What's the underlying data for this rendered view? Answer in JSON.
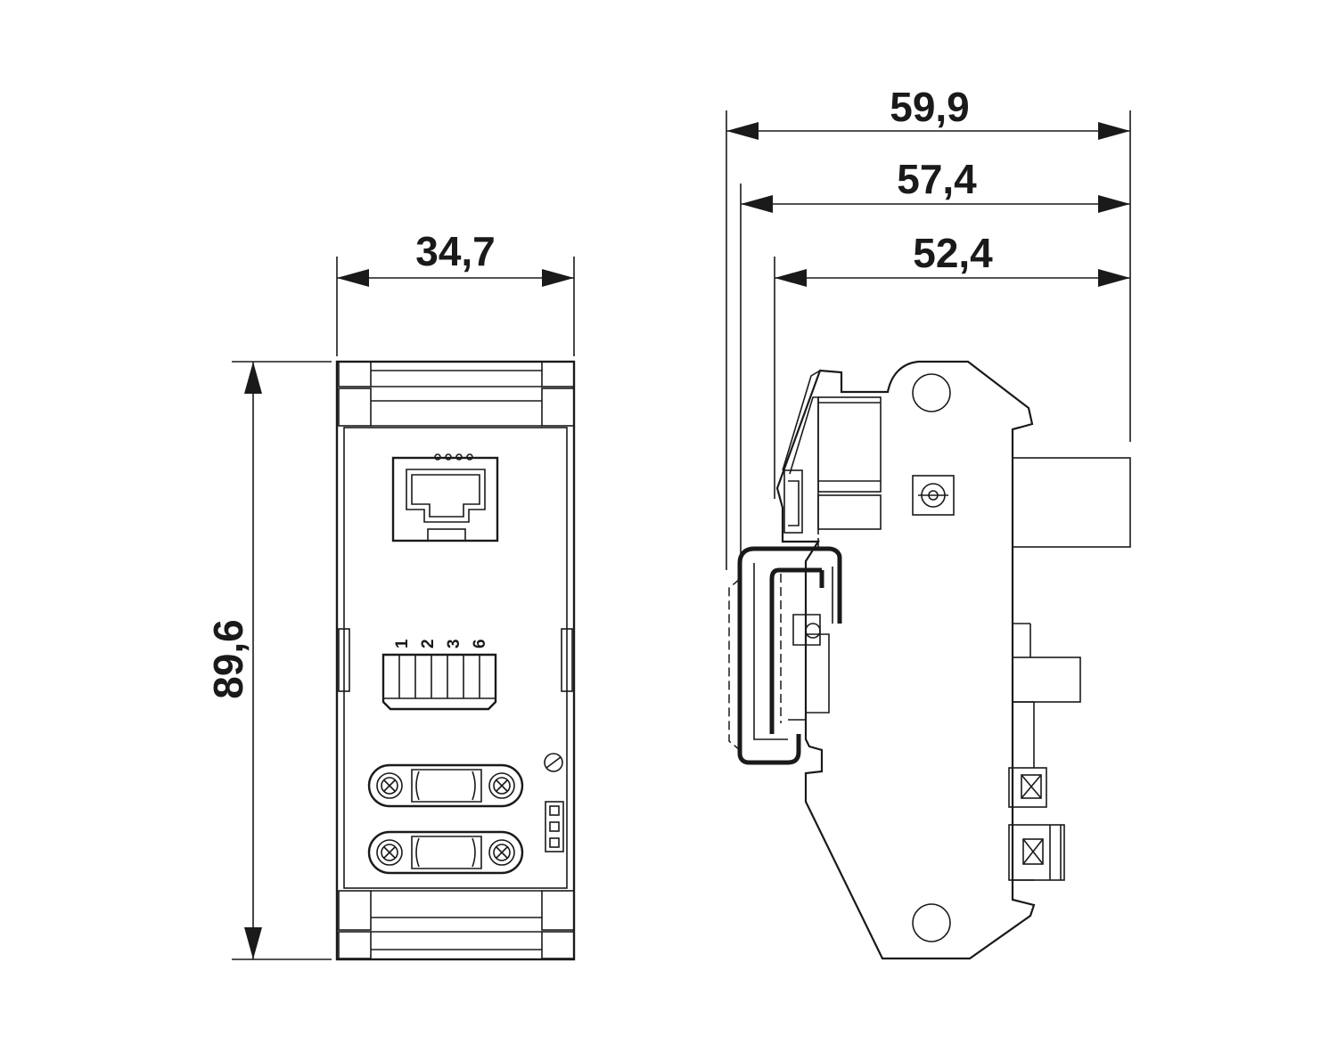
{
  "dimensions": {
    "front_width": "34,7",
    "front_height": "89,6",
    "side_overall": "59,9",
    "side_mid": "57,4",
    "side_inner": "52,4"
  },
  "dip_switch_labels": [
    "1",
    "2",
    "3",
    "6"
  ]
}
